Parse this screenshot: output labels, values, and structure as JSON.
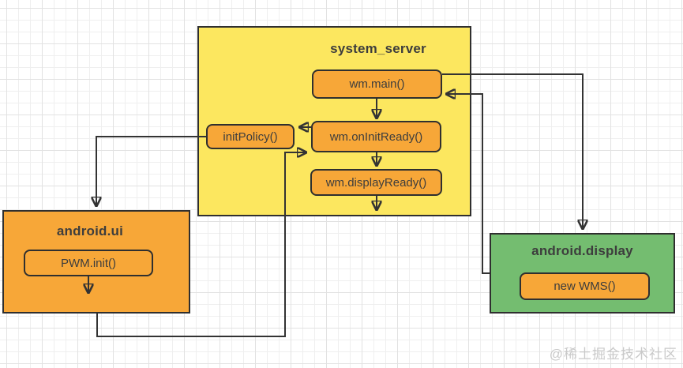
{
  "colors": {
    "yellow": "#FCE75F",
    "orange": "#F7A738",
    "green": "#74BD70",
    "border": "#2F2F2F",
    "line": "#333333",
    "text": "#3D3D3D",
    "watermark": "#C9C9C9"
  },
  "diagram": {
    "type": "flowchart",
    "containers": {
      "system_server": {
        "title": "system_server"
      },
      "android_ui": {
        "title": "android.ui"
      },
      "android_display": {
        "title": "android.display"
      }
    },
    "nodes": {
      "wm_main": {
        "label": "wm.main()"
      },
      "wm_onInitReady": {
        "label": "wm.onInitReady()"
      },
      "wm_displayReady": {
        "label": "wm.displayReady()"
      },
      "initPolicy": {
        "label": "initPolicy()"
      },
      "pwm_init": {
        "label": "PWM.init()"
      },
      "new_wms": {
        "label": "new WMS()"
      }
    },
    "edges": [
      {
        "from": "wm.main()",
        "to": "wm.onInitReady()"
      },
      {
        "from": "wm.onInitReady()",
        "to": "wm.displayReady()"
      },
      {
        "from": "wm.displayReady()",
        "to": "system_server bottom"
      },
      {
        "from": "wm.onInitReady()",
        "to": "initPolicy()"
      },
      {
        "from": "initPolicy()",
        "to": "android.ui"
      },
      {
        "from": "PWM.init()",
        "to": "android.ui bottom"
      },
      {
        "from": "android.ui",
        "to": "wm.onInitReady()"
      },
      {
        "from": "wm.main()",
        "to": "android.display"
      },
      {
        "from": "android.display",
        "to": "wm.main()"
      }
    ]
  },
  "watermark": {
    "text": "@稀土掘金技术社区"
  }
}
